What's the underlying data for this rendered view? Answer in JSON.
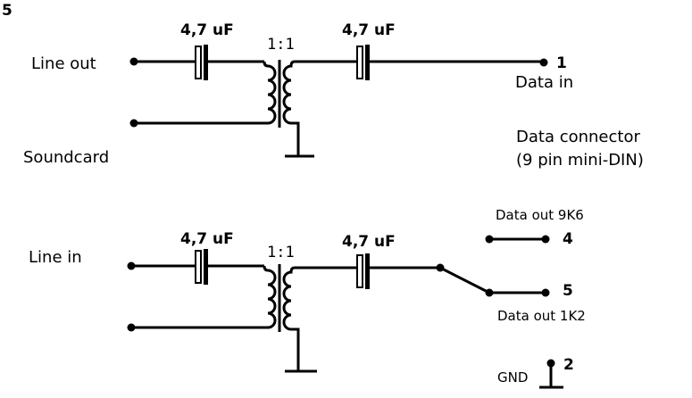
{
  "figure_number": "5",
  "top_circuit": {
    "input_label": "Line out",
    "device_label": "Soundcard",
    "cap_left": "4,7 uF",
    "transformer_ratio": "1:1",
    "cap_right": "4,7 uF",
    "pin_number": "1",
    "pin_label": "Data in"
  },
  "connector": {
    "title_line1": "Data connector",
    "title_line2": "(9 pin mini-DIN)"
  },
  "bottom_circuit": {
    "input_label": "Line in",
    "cap_left": "4,7 uF",
    "transformer_ratio": "1:1",
    "cap_right": "4,7 uF",
    "pin_a_label": "Data out 9K6",
    "pin_a_number": "4",
    "pin_b_number": "5",
    "pin_b_label": "Data out 1K2",
    "gnd_label": "GND",
    "gnd_pin_number": "2"
  }
}
